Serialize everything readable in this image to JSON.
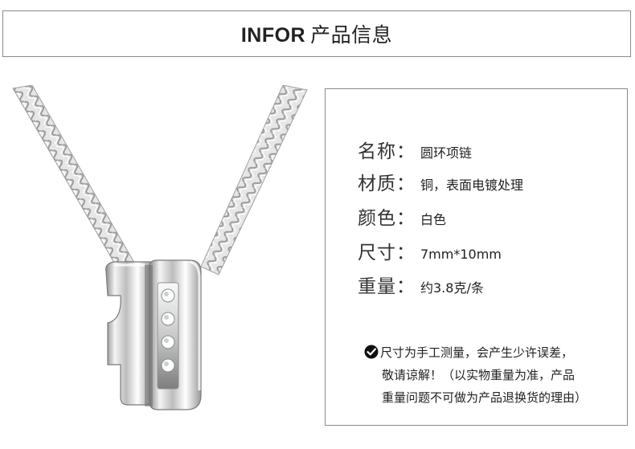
{
  "header": {
    "title_en": "INFOR",
    "title_cn": "产品信息"
  },
  "specs": [
    {
      "label": "名称：",
      "value": "圆环项链"
    },
    {
      "label": "材质：",
      "value": "铜，表面电镀处理"
    },
    {
      "label": "颜色：",
      "value": "白色"
    },
    {
      "label": "尺寸：",
      "value": "7mm*10mm"
    },
    {
      "label": "重量：",
      "value": "约3.8克/条"
    }
  ],
  "note": {
    "line1": "尺寸为手工测量，会产生少许误差，",
    "line2": "敬请谅解！（以实物重量为准，产品",
    "line3": "重量问题不可做为产品退换货的理由）"
  },
  "icons": {
    "note_icon": "check-icon",
    "product": "necklace-image"
  },
  "colors": {
    "border": "#8a8a8a",
    "text": "#222222",
    "silver": "#c8c8c8"
  }
}
